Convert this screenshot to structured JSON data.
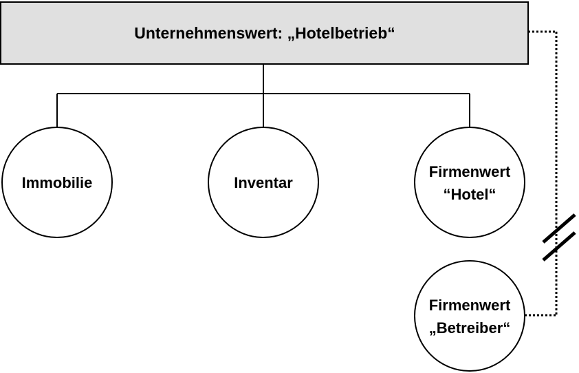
{
  "diagram": {
    "root": {
      "label": "Unternehmenswert: „Hotelbetrieb“"
    },
    "children": [
      {
        "id": "immobilie",
        "lines": [
          "Immobilie"
        ]
      },
      {
        "id": "inventar",
        "lines": [
          "Inventar"
        ]
      },
      {
        "id": "firmenwert-hotel",
        "lines": [
          "Firmenwert",
          "“Hotel“"
        ]
      }
    ],
    "detached": {
      "id": "firmenwert-betreiber",
      "lines": [
        "Firmenwert",
        "„Betreiber“"
      ]
    }
  },
  "colors": {
    "root_fill": "#e0e0e0",
    "stroke": "#000000",
    "background": "#ffffff"
  }
}
